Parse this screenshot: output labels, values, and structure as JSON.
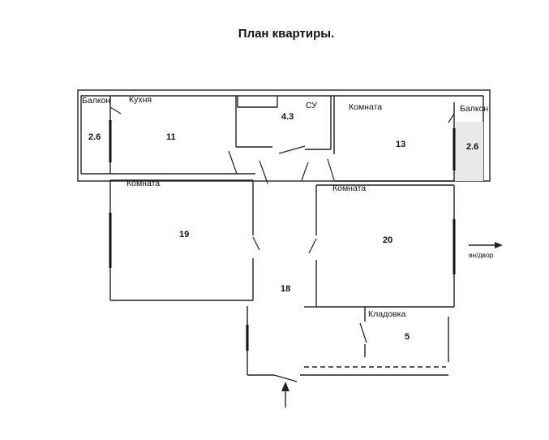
{
  "title": "План квартиры.",
  "rooms": {
    "balcony_left": {
      "label": "Балкон",
      "area": "2.6"
    },
    "kitchen": {
      "label": "Кухня",
      "area": "11"
    },
    "bathroom": {
      "label": "СУ",
      "area": "4.3"
    },
    "room_top_right": {
      "label": "Комната",
      "area": "13"
    },
    "balcony_right": {
      "label": "Балкон",
      "area": "2.6"
    },
    "room_left": {
      "label": "Комната",
      "area": "19"
    },
    "room_right": {
      "label": "Комната",
      "area": "20"
    },
    "hallway": {
      "area": "18"
    },
    "storage": {
      "label": "Кладовка",
      "area": "5"
    }
  },
  "exit_label": "вн/двор"
}
